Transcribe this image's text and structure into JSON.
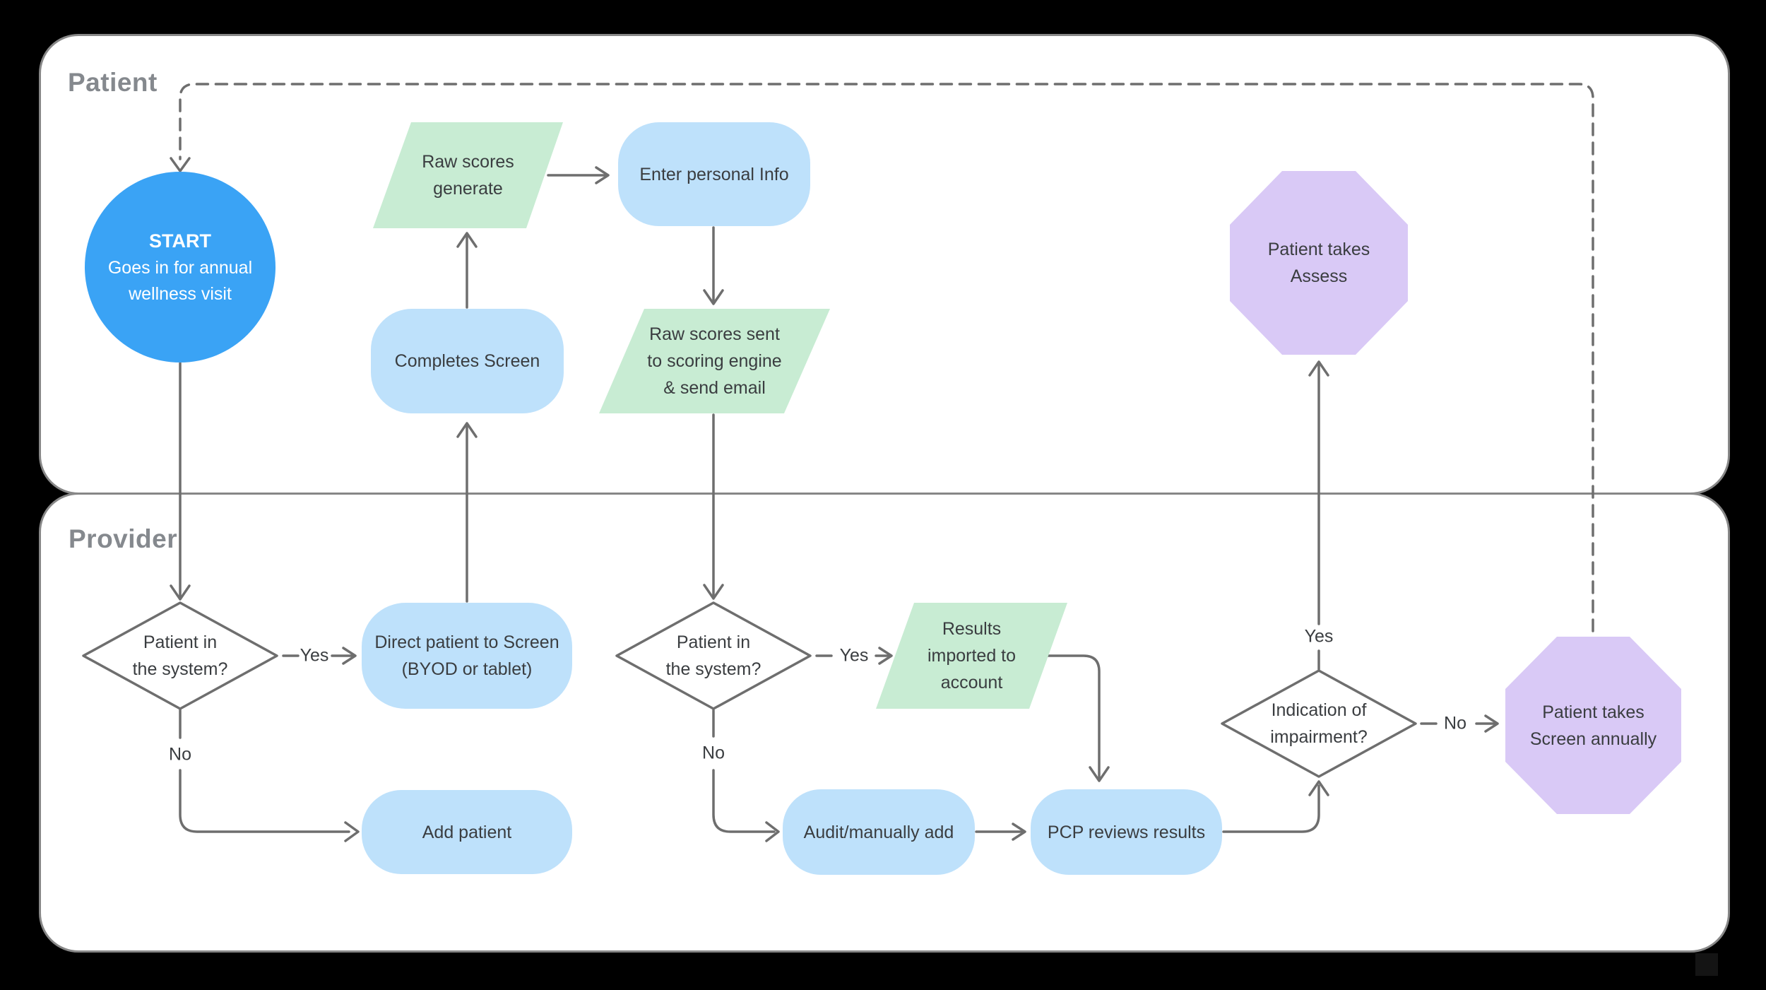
{
  "lanes": [
    {
      "label": "Patient"
    },
    {
      "label": "Provider"
    }
  ],
  "nodes": {
    "start": {
      "title": "START",
      "subtitle": "Goes in for annual wellness visit"
    },
    "raw_scores_generate": {
      "label": "Raw scores generate"
    },
    "enter_personal_info": {
      "label": "Enter personal Info"
    },
    "completes_screen": {
      "label": "Completes Screen"
    },
    "raw_scores_sent": {
      "label": "Raw scores sent to scoring engine & send email"
    },
    "patient_takes_assess": {
      "label": "Patient takes Assess"
    },
    "patient_in_system_1": {
      "label": "Patient in the system?"
    },
    "direct_patient_to_screen": {
      "label": "Direct patient to Screen (BYOD or tablet)"
    },
    "add_patient": {
      "label": "Add patient"
    },
    "patient_in_system_2": {
      "label": "Patient in the system?"
    },
    "results_imported": {
      "label": "Results imported to account"
    },
    "audit_manually_add": {
      "label": "Audit/manually add"
    },
    "pcp_reviews_results": {
      "label": "PCP reviews results"
    },
    "indication_of_impairment": {
      "label": "Indication of impairment?"
    },
    "patient_takes_screen_annually": {
      "label": "Patient takes Screen annually"
    }
  },
  "edge_labels": {
    "yes1": "Yes",
    "no1": "No",
    "yes2": "Yes",
    "no2": "No",
    "yes3": "Yes",
    "no3": "No"
  },
  "colors": {
    "node_blue": "#bee1fb",
    "node_green": "#c8ecd3",
    "node_purple": "#d9c9f6",
    "start_blue": "#3aa3f5",
    "connector_gray": "#6e6e6e",
    "lane_border": "#878787",
    "label_gray": "#85898e",
    "text_dark": "#3a3d40"
  }
}
